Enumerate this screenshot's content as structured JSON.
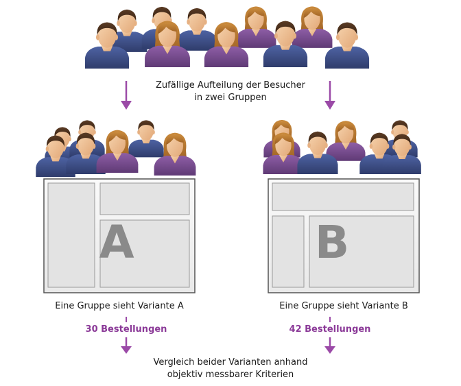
{
  "split_label": {
    "line1": "Zufällige Aufteilung der Besucher",
    "line2": "in zwei Gruppen"
  },
  "group_a": {
    "letter": "A",
    "caption": "Eine Gruppe sieht Variante A",
    "result": "30 Bestellungen"
  },
  "group_b": {
    "letter": "B",
    "caption": "Eine Gruppe sieht Variante B",
    "result": "42 Bestellungen"
  },
  "conclusion": {
    "line1": "Vergleich beider Varianten anhand",
    "line2": "objektiv messbarer Kriterien"
  },
  "colors": {
    "accent": "#9b4aa7",
    "male_shirt": "#3e4f86",
    "female_shirt": "#7a4d91",
    "skin": "#f0c49a",
    "male_hair": "#4a3020",
    "female_hair": "#b5752e",
    "frame_border": "#555555",
    "panel_fill": "#e3e3e3",
    "letter_fill": "#8a8a8a"
  }
}
